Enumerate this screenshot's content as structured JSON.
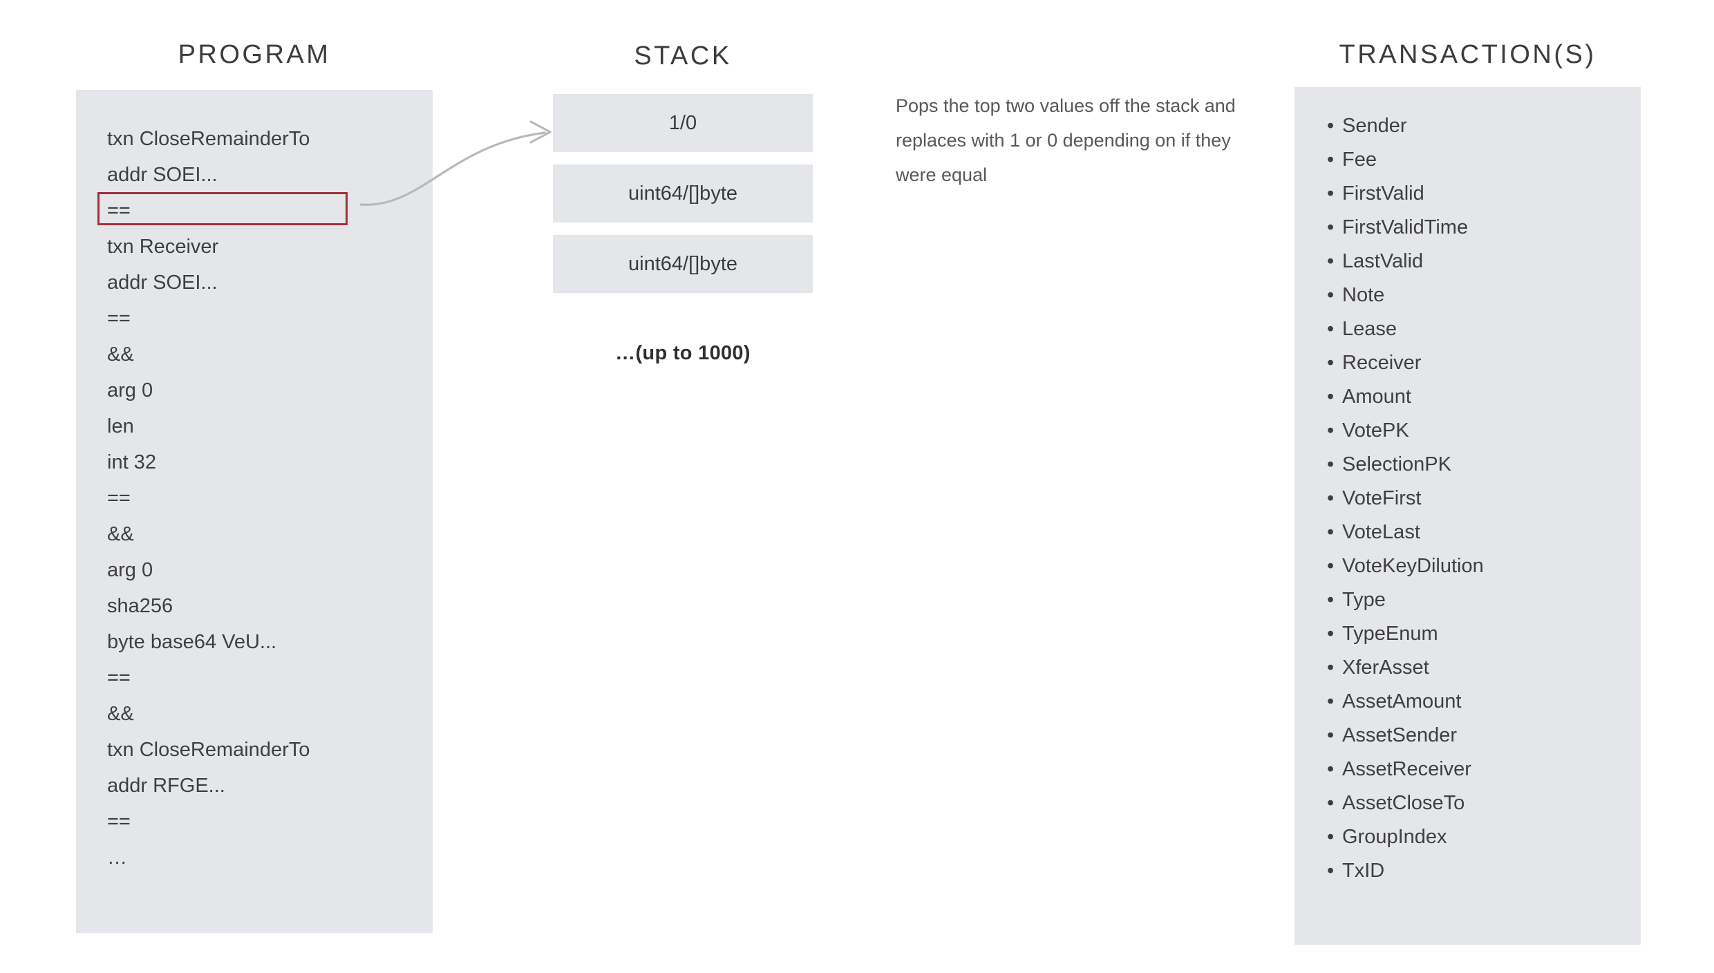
{
  "columns": {
    "program": {
      "title": "PROGRAM"
    },
    "stack": {
      "title": "STACK"
    },
    "transactions": {
      "title": "TRANSACTION(S)"
    }
  },
  "program": {
    "instructions": [
      {
        "text": "txn CloseRemainderTo",
        "highlighted": false
      },
      {
        "text": "addr SOEI...",
        "highlighted": false
      },
      {
        "text": "==",
        "highlighted": true
      },
      {
        "text": "txn Receiver",
        "highlighted": false
      },
      {
        "text": "addr SOEI...",
        "highlighted": false
      },
      {
        "text": "==",
        "highlighted": false
      },
      {
        "text": "&&",
        "highlighted": false
      },
      {
        "text": "arg 0",
        "highlighted": false
      },
      {
        "text": "len",
        "highlighted": false
      },
      {
        "text": "int 32",
        "highlighted": false
      },
      {
        "text": "==",
        "highlighted": false
      },
      {
        "text": "&&",
        "highlighted": false
      },
      {
        "text": "arg 0",
        "highlighted": false
      },
      {
        "text": "sha256",
        "highlighted": false
      },
      {
        "text": "byte base64 VeU...",
        "highlighted": false
      },
      {
        "text": "==",
        "highlighted": false
      },
      {
        "text": "&&",
        "highlighted": false
      },
      {
        "text": "txn CloseRemainderTo",
        "highlighted": false
      },
      {
        "text": "addr RFGE...",
        "highlighted": false
      },
      {
        "text": "==",
        "highlighted": false
      },
      {
        "text": "…",
        "highlighted": false
      }
    ]
  },
  "stack": {
    "slots": [
      {
        "label": "1/0"
      },
      {
        "label": "uint64/[]byte"
      },
      {
        "label": "uint64/[]byte"
      }
    ],
    "caption": "…(up to 1000)"
  },
  "annotation": {
    "text": "Pops the top two values off the stack and replaces with 1 or 0 depending on if they were equal"
  },
  "transactions": {
    "bullet": "•",
    "fields": [
      "Sender",
      "Fee",
      "FirstValid",
      "FirstValidTime",
      "LastValid",
      "Note",
      "Lease",
      "Receiver",
      "Amount",
      "VotePK",
      "SelectionPK",
      "VoteFirst",
      "VoteLast",
      "VoteKeyDilution",
      "Type",
      "TypeEnum",
      "XferAsset",
      "AssetAmount",
      "AssetSender",
      "AssetReceiver",
      "AssetCloseTo",
      "GroupIndex",
      "TxID"
    ]
  },
  "colors": {
    "panel_background": "#e4e6e9",
    "highlight_border": "#a03038",
    "arrow": "#b9b9b9",
    "text": "#3f3f3f",
    "annotation_text": "#56585c"
  }
}
